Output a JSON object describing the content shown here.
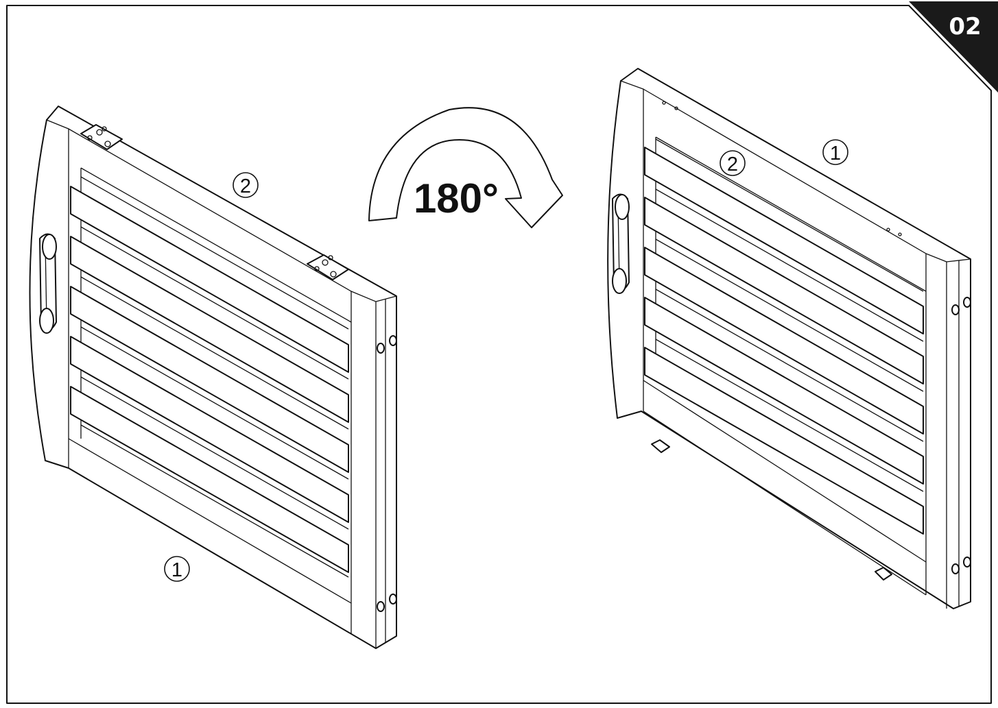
{
  "step": {
    "number": "02",
    "background": "#1a1a1a",
    "text_color": "#ffffff"
  },
  "rotation": {
    "angle_label": "180°",
    "direction": "clockwise"
  },
  "panel_before": {
    "callout_top": "2",
    "callout_bottom": "1",
    "parts": [
      "louvered-panel",
      "handle",
      "hinge-top-left",
      "hinge-top-right",
      "hinge-pins"
    ]
  },
  "panel_after": {
    "callout_left": "2",
    "callout_right": "1",
    "parts": [
      "louvered-panel",
      "handle",
      "hinge-pins",
      "bottom-hinges"
    ]
  },
  "colors": {
    "line": "#111111",
    "paper": "#ffffff"
  }
}
